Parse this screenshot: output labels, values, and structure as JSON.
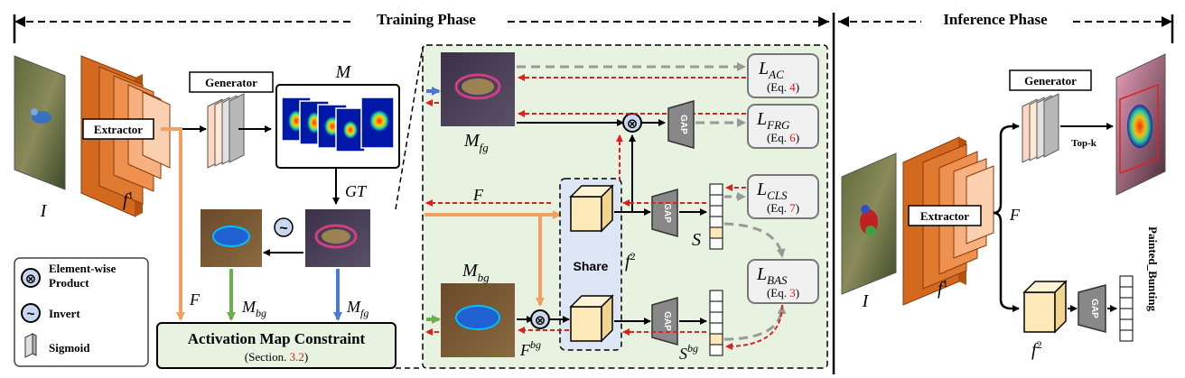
{
  "phases": {
    "training": "Training Phase",
    "inference": "Inference Phase"
  },
  "training": {
    "input_label": "I",
    "extractor": "Extractor",
    "f1": "f",
    "f1_sup": "1",
    "generator": "Generator",
    "m_label": "M",
    "gt_label": "GT",
    "invert_symbol": "~",
    "f_label": "F",
    "m_bg": "M",
    "m_bg_sub": "bg",
    "m_fg": "M",
    "m_fg_sub": "fg",
    "constraint_title": "Activation Map Constraint",
    "constraint_ref_prefix": "(Section. ",
    "constraint_ref_num": "3.2",
    "constraint_ref_suffix": ")"
  },
  "panel": {
    "m_fg": "M",
    "m_fg_sub": "fg",
    "m_bg": "M",
    "m_bg_sub": "bg",
    "f_label": "F",
    "f_bg": "F",
    "f_bg_sup": "bg",
    "f2": "f",
    "f2_sup": "2",
    "share": "Share",
    "gap": "GAP",
    "s_label": "S",
    "s_bg": "S",
    "s_bg_sup": "bg",
    "losses": [
      {
        "name": "L",
        "sub": "AC",
        "eq_prefix": "(Eq. ",
        "eq_num": "4",
        "eq_suffix": ")"
      },
      {
        "name": "L",
        "sub": "FRG",
        "eq_prefix": "(Eq. ",
        "eq_num": "6",
        "eq_suffix": ")"
      },
      {
        "name": "L",
        "sub": "CLS",
        "eq_prefix": "(Eq. ",
        "eq_num": "7",
        "eq_suffix": ")"
      },
      {
        "name": "L",
        "sub": "BAS",
        "eq_prefix": "(Eq. ",
        "eq_num": "3",
        "eq_suffix": ")"
      }
    ]
  },
  "legend": {
    "product": "Element-wise Product",
    "product_line1": "Element-wise",
    "product_line2": "Product",
    "invert": "Invert",
    "sigmoid": "Sigmoid"
  },
  "inference": {
    "generator": "Generator",
    "topk": "Top-k",
    "extractor": "Extractor",
    "f_label": "F",
    "input_label": "I",
    "f1": "f",
    "f1_sup": "1",
    "f2": "f",
    "f2_sup": "2",
    "gap": "GAP",
    "class_name": "Painted_Bunting"
  },
  "colors": {
    "orange_dark": "#d2691e",
    "orange_mid": "#e8884a",
    "orange_light": "#f7b98c",
    "arrow_orange": "#f0a060",
    "arrow_green": "#6ab04c",
    "arrow_blue": "#4a7bd0",
    "dash_red": "#e02020",
    "dash_gray": "#999999",
    "panel_bg": "#e8f2e0",
    "ref_red": "#d42020"
  }
}
